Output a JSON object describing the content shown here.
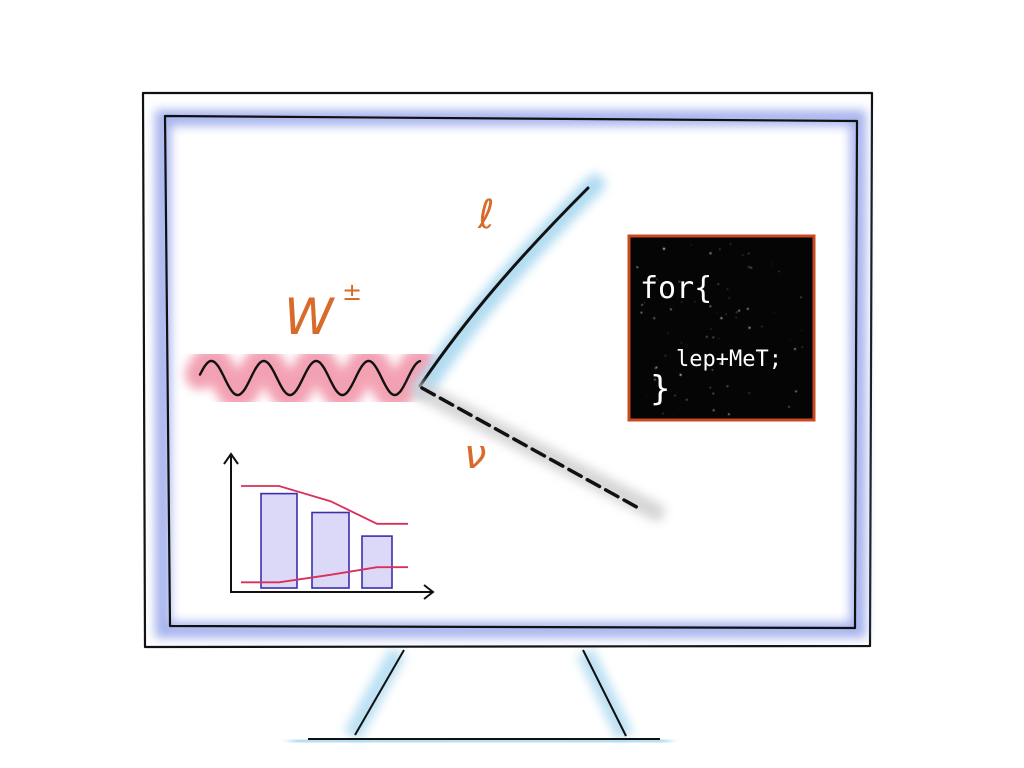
{
  "labels": {
    "boson": "W",
    "boson_charge": "±",
    "lepton": "ℓ",
    "neutrino": "ν"
  },
  "code_box": {
    "line1": "for{",
    "line2": "lep+MeT;",
    "line3": "}"
  },
  "colors": {
    "monitor_outline": "#111111",
    "screen_border": "#7f8fe0",
    "wave_glow": "#f08aa0",
    "lepton_glow": "#a9d8f0",
    "neutrino_glow": "#cfcfcf",
    "label_orange": "#d86a2a",
    "code_bg": "#050505",
    "code_border": "#c9481e",
    "bar_fill": "#dcd8f8",
    "bar_stroke": "#3a2fb0",
    "envelope": "#d8305a",
    "stand_glow": "#a9d8f0"
  },
  "chart_data": {
    "type": "bar",
    "categories": [
      "",
      "",
      ""
    ],
    "values": [
      100,
      80,
      55
    ],
    "envelope_upper": [
      108,
      92,
      68
    ],
    "envelope_lower": [
      6,
      14,
      22
    ],
    "ylim": [
      0,
      125
    ],
    "title": "",
    "xlabel": "",
    "ylabel": ""
  }
}
